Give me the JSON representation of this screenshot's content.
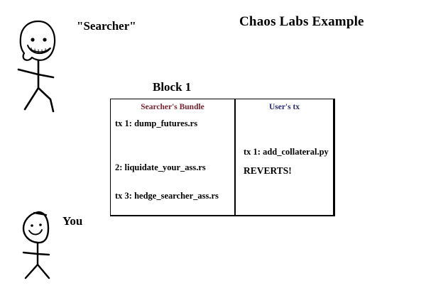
{
  "diagram": {
    "title": "Chaos Labs Example",
    "actors": {
      "searcher": {
        "label": "\"Searcher\"",
        "figure_name": "grinning-wojak-stick-figure"
      },
      "user": {
        "label": "You",
        "figure_name": "smiling-stick-figure"
      }
    },
    "block": {
      "title": "Block 1",
      "columns": [
        {
          "header": "Searcher's Bundle",
          "header_color": "#7b2230",
          "transactions": [
            "tx 1: dump_futures.rs",
            "2: liquidate_your_ass.rs",
            "tx 3: hedge_searcher_ass.rs"
          ]
        },
        {
          "header": "User's tx",
          "header_color": "#2a2a7a",
          "transactions": [
            "tx 1: add_collateral.py",
            "REVERTS!"
          ]
        }
      ]
    },
    "colors": {
      "background": "#ffffff",
      "ink": "#000000",
      "searcher_accent": "#7b2230",
      "user_accent": "#2a2a7a"
    }
  }
}
